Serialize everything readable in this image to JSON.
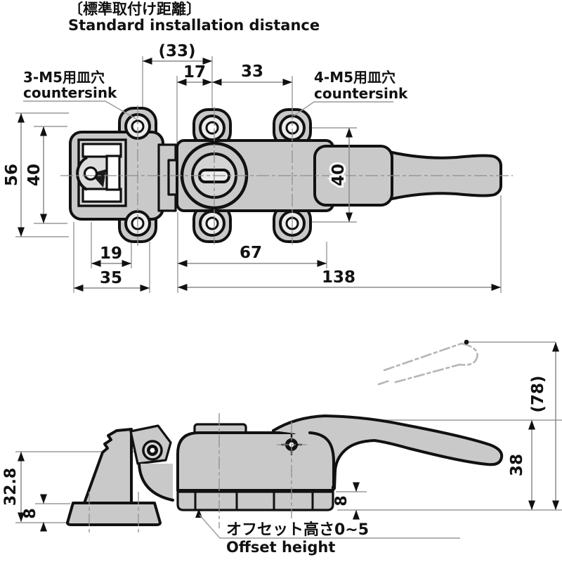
{
  "title": {
    "jp": "〔標準取付け距離〕",
    "en": "Standard installation distance"
  },
  "callouts": {
    "left": {
      "jp": "3-M5用皿穴",
      "en": "countersink"
    },
    "right": {
      "jp": "4-M5用皿穴",
      "en": "countersink"
    },
    "offset": {
      "jp": "オフセット高さ0~5",
      "en": "Offset height"
    }
  },
  "dims": {
    "top": {
      "ref33": "(33)",
      "d17": "17",
      "d33": "33",
      "d56": "56",
      "d40_left": "40",
      "d40_right": "40",
      "d19": "19",
      "d35": "35",
      "d67": "67",
      "d138": "138"
    },
    "side": {
      "d32_8": "32.8",
      "d8_left": "8",
      "d8_right": "8",
      "d38": "38",
      "ref78": "(78)"
    }
  },
  "colors": {
    "part_fill": "#c9c9c9",
    "outline": "#111111",
    "dim_line": "#8a8a8a",
    "phantom": "#b5b5b5",
    "background": "#ffffff"
  }
}
